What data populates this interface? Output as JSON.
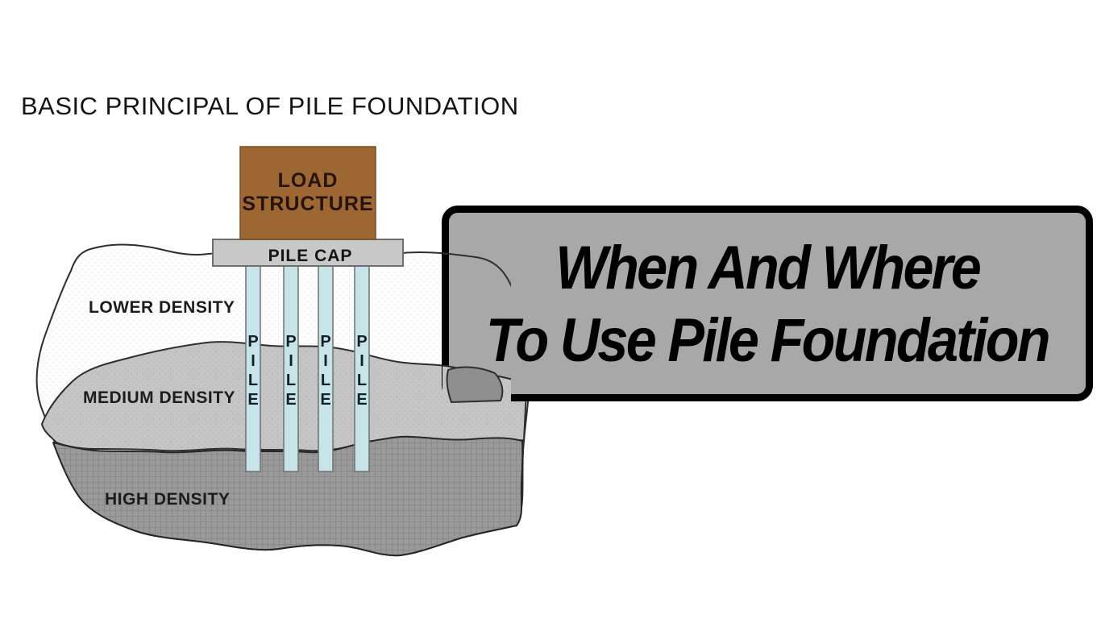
{
  "title": "BASIC PRINCIPAL OF PILE FOUNDATION",
  "diagram": {
    "load_structure": {
      "line1": "LOAD",
      "line2": "STRUCTURE",
      "fill": "#9c6733",
      "text_color": "#26140a"
    },
    "pile_cap": {
      "label": "PILE CAP",
      "fill": "#c8c8c8"
    },
    "pile": {
      "count": 4,
      "letters": [
        "P",
        "I",
        "L",
        "E"
      ],
      "fill": "#c7e5e8"
    },
    "layers": [
      {
        "name": "lower-density",
        "label": "LOWER DENSITY",
        "fill": "#fdfdfd"
      },
      {
        "name": "medium-density",
        "label": "MEDIUM DENSITY",
        "fill": "#c5c5c5"
      },
      {
        "name": "high-density",
        "label": "HIGH DENSITY",
        "fill": "#9a9a9a"
      }
    ]
  },
  "overlay": {
    "line1": "When And Where",
    "line2": "To Use Pile Foundation",
    "background": "#a8a8a8",
    "border_color": "#000000",
    "text_color": "#000000"
  }
}
